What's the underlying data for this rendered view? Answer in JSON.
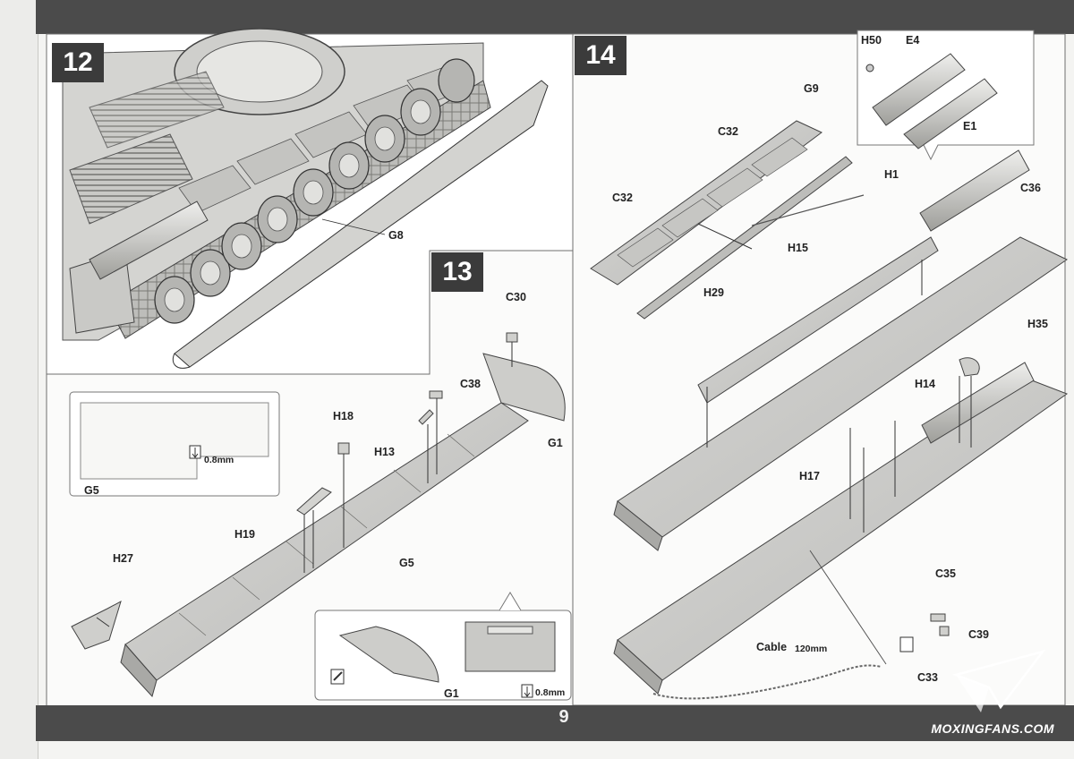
{
  "page_number": "9",
  "watermark": "MOXINGFANS.COM",
  "steps": {
    "step12": {
      "number": "12",
      "labels": {
        "g8": "G8"
      }
    },
    "step13": {
      "number": "13",
      "labels": {
        "c30": "C30",
        "c38": "C38",
        "h18": "H18",
        "h13": "H13",
        "g1": "G1",
        "h19": "H19",
        "g5": "G5",
        "h27": "H27"
      },
      "inset_g5": {
        "label": "G5",
        "drill": "0.8mm"
      },
      "inset_g1": {
        "label": "G1",
        "drill": "0.8mm"
      }
    },
    "step14": {
      "number": "14",
      "labels": {
        "h50": "H50",
        "e4": "E4",
        "e1": "E1",
        "g9": "G9",
        "c32_top": "C32",
        "c32_left": "C32",
        "h1": "H1",
        "c36": "C36",
        "h15": "H15",
        "h29": "H29",
        "h35": "H35",
        "h14": "H14",
        "h17": "H17",
        "c35": "C35",
        "c39": "C39",
        "cable": "Cable",
        "cable_length": "120mm",
        "c33": "C33"
      }
    }
  }
}
